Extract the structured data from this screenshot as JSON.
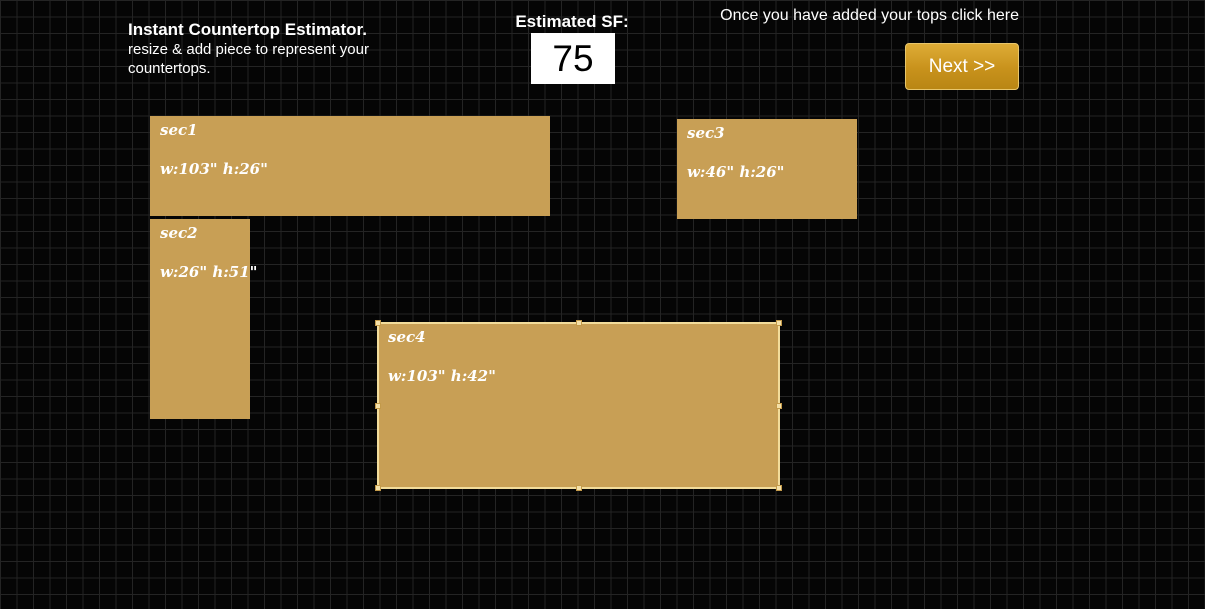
{
  "header": {
    "title": "Instant Countertop Estimator.",
    "subtitle": "resize & add piece to represent your countertops."
  },
  "estimate": {
    "label": "Estimated SF:",
    "value": "75"
  },
  "next": {
    "hint": "Once you have added your tops click here",
    "button_label": "Next >>"
  },
  "colors": {
    "background": "#050505",
    "grid_line": "#242424",
    "piece_fill": "#c89f55",
    "selected_border": "#f2dc9b",
    "button_gold": "#d4a02a"
  },
  "pieces": [
    {
      "name": "sec1",
      "dims": "w:103\" h:26\"",
      "selected": false
    },
    {
      "name": "sec2",
      "dims": "w:26\" h:51\"",
      "selected": false
    },
    {
      "name": "sec3",
      "dims": "w:46\" h:26\"",
      "selected": false
    },
    {
      "name": "sec4",
      "dims": "w:103\" h:42\"",
      "selected": true
    }
  ]
}
